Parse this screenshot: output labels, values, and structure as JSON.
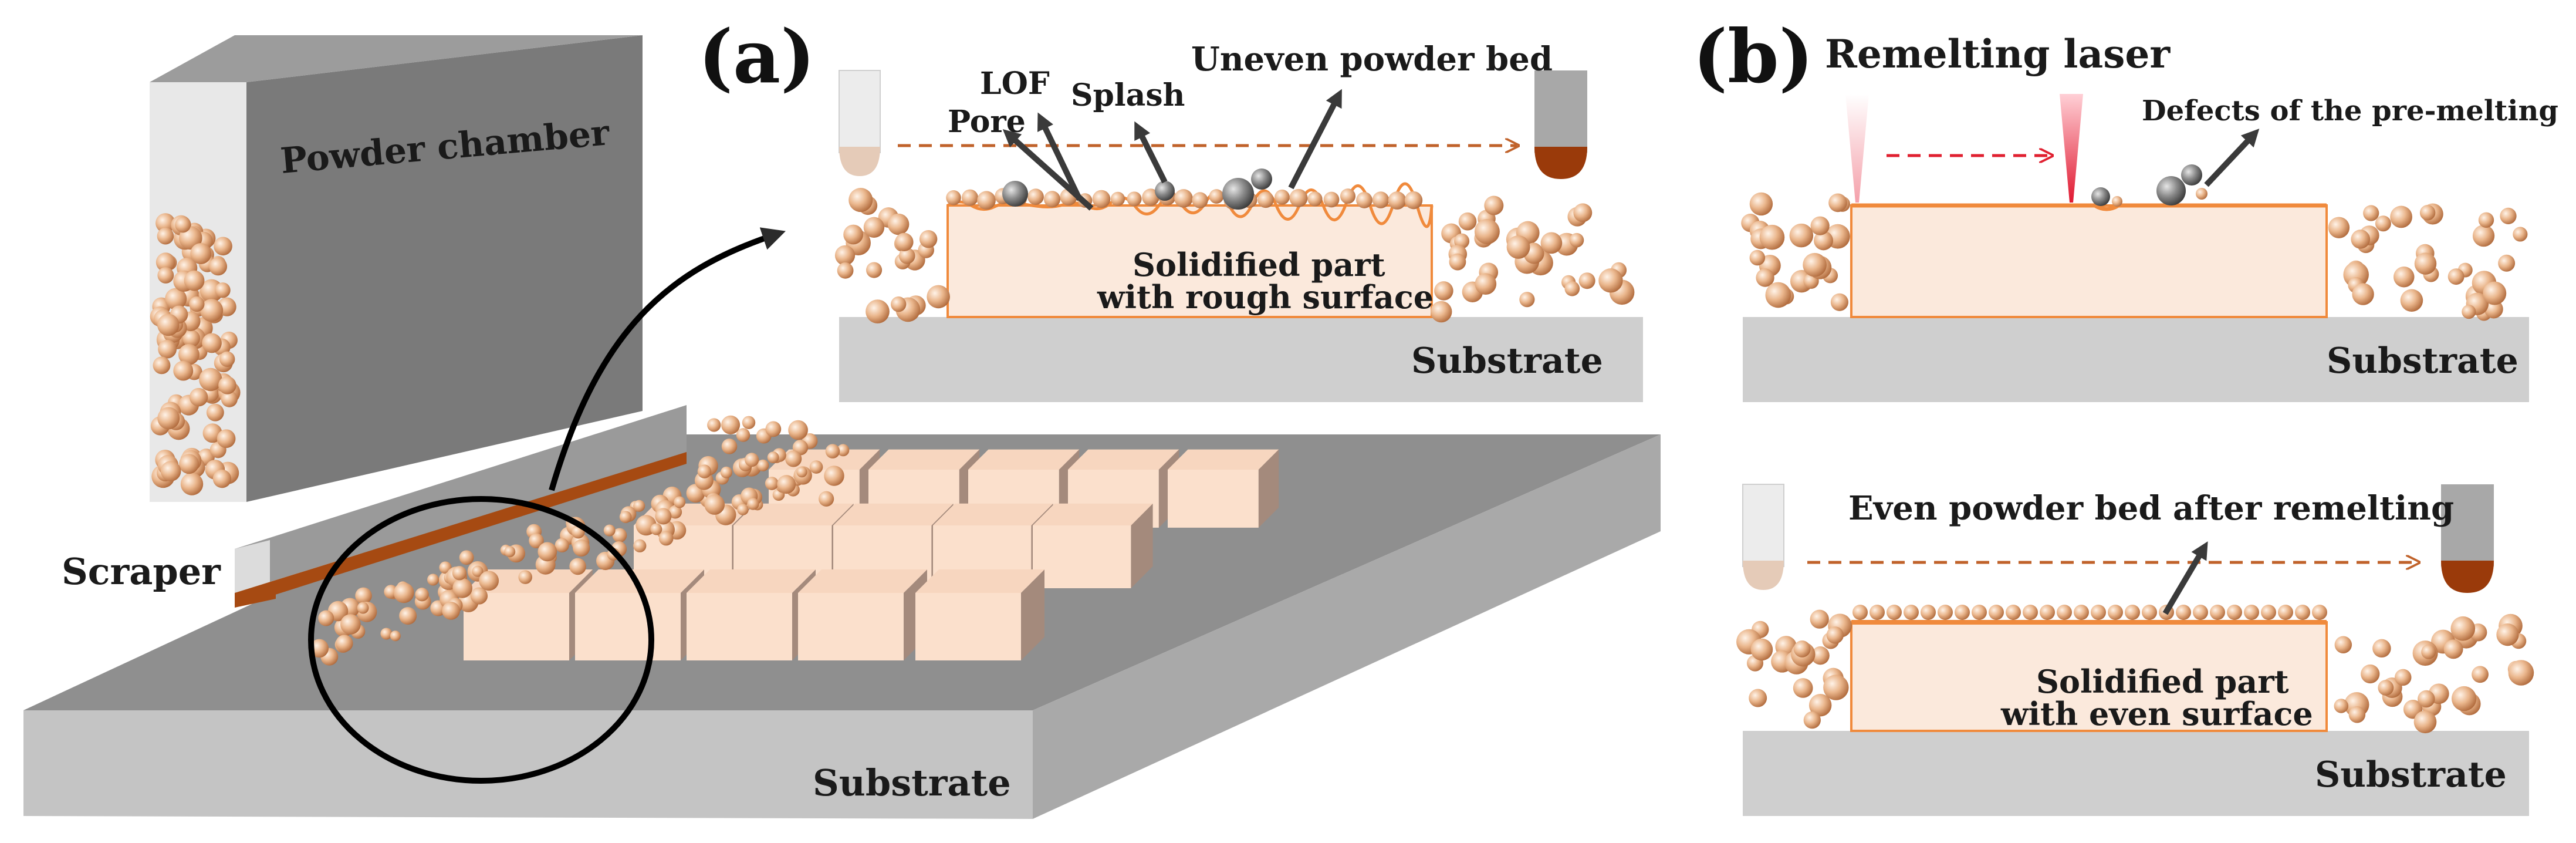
{
  "panel_a": {
    "panel_label": "(a)",
    "powder_chamber_label": "Powder chamber",
    "scraper_label": "Scraper",
    "substrate_label": "Substrate",
    "inset": {
      "lof_label": "LOF",
      "pore_label": "Pore",
      "splash_label": "Splash",
      "uneven_bed_label": "Uneven powder bed",
      "part_label_line1": "Solidified part",
      "part_label_line2": "with rough surface",
      "substrate_label": "Substrate"
    }
  },
  "panel_b": {
    "panel_label": "(b)",
    "remelting_laser_label": "Remelting laser",
    "defects_label": "Defects of the pre-melting",
    "top_substrate_label": "Substrate",
    "even_bed_label": "Even powder bed after remelting",
    "part_label_line1": "Solidified part",
    "part_label_line2": "with even surface",
    "bottom_substrate_label": "Substrate"
  },
  "colors": {
    "powder": "#e8b48c",
    "part_fill": "#fbe9dc",
    "part_edge": "#f08a3c",
    "substrate": "#c9c9c9",
    "chamber": "#7a7a7a",
    "laser": "#e02030",
    "scraper_edge": "#b04a10"
  },
  "icons": [
    "powder-particle-icon",
    "laser-beam-icon",
    "recoater-nozzle-icon",
    "arrow-icon"
  ]
}
